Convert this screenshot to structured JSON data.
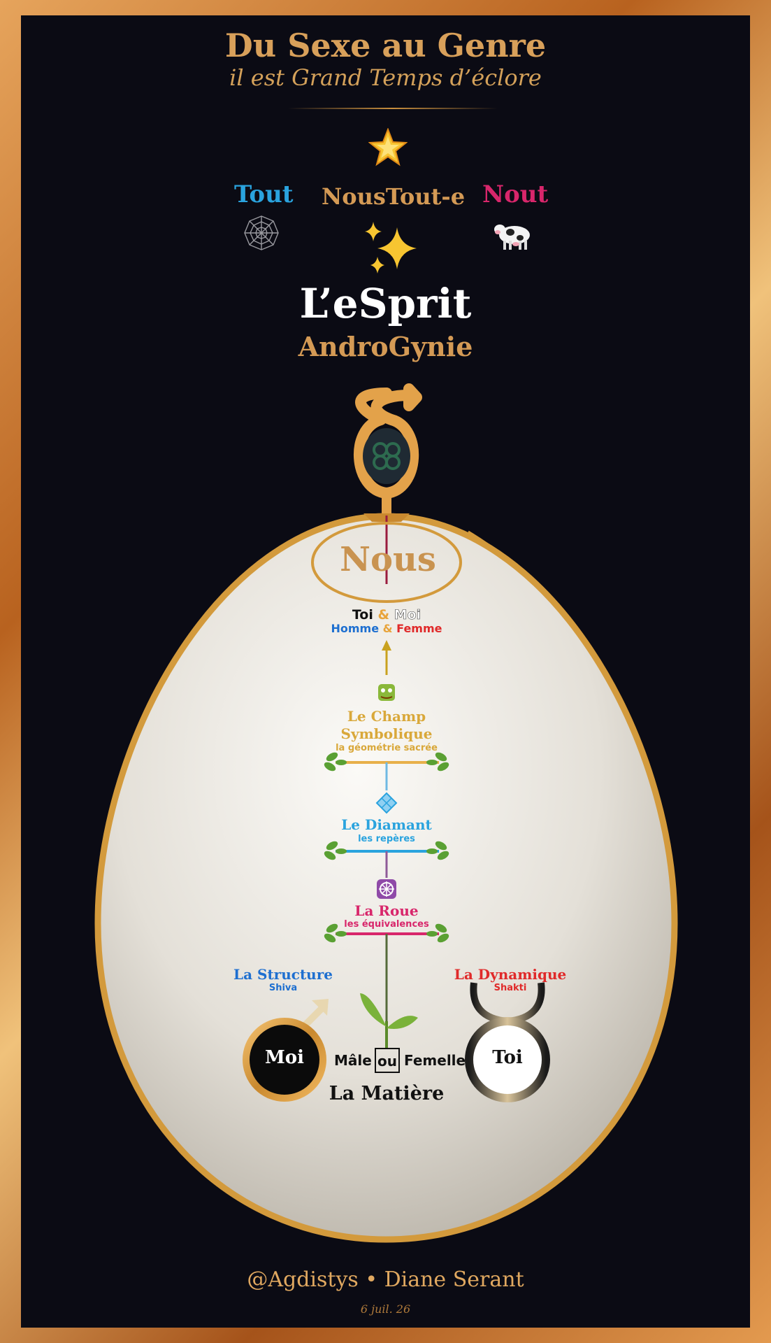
{
  "header": {
    "title": "Du Sexe au Genre",
    "subtitle": "il est Grand Temps d’éclore"
  },
  "triad": {
    "left": "Tout",
    "center": "NousTout-e",
    "right": "Nout",
    "top_icon": "star-icon",
    "left_icon": "spider-web-icon",
    "center_icon": "sparkles-icon",
    "right_icon": "cow-icon"
  },
  "spirit": {
    "title": "L’eSprit",
    "subtitle": "AndroGynie"
  },
  "egg": {
    "nous": "Nous",
    "toi_moi": {
      "toi": "Toi",
      "amp": "&",
      "moi": "Moi"
    },
    "homme_femme": {
      "homme": "Homme",
      "amp": "&",
      "femme": "Femme"
    },
    "champ": {
      "line1": "Le Champ",
      "line2": "Symbolique",
      "sub": "la géométrie sacrée"
    },
    "diamant": {
      "title": "Le Diamant",
      "sub": "les repères"
    },
    "roue": {
      "title": "La Roue",
      "sub": "les équivalences"
    },
    "structure": {
      "title": "La Structure",
      "sub": "Shiva"
    },
    "dynamique": {
      "title": "La Dynamique",
      "sub": "Shakti"
    },
    "moi_circle": "Moi",
    "toi_circle": "Toi",
    "male": "Mâle",
    "ou": "ou",
    "femelle": "Femelle",
    "matiere": "La Matière"
  },
  "footer": {
    "credit": "@Agdistys • Diane Serant",
    "date": "6 juil. 26"
  },
  "colors": {
    "gold": "#d4a15a",
    "blue": "#2aa3de",
    "magenta": "#d8266b",
    "background": "#0b0b14",
    "egg": "#e9e6df"
  }
}
